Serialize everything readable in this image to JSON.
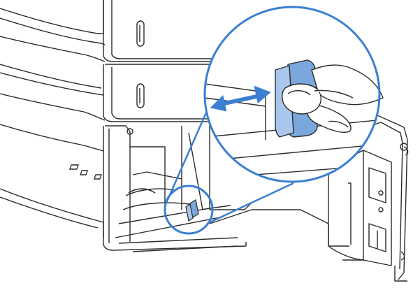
{
  "figure": {
    "subject": "printer-tray-illustration",
    "callout": "magnified-paper-guide-adjustment",
    "gesture": "slide-left-right",
    "colors": {
      "outline": "#2b2b2b",
      "accent": "#3a7fd1",
      "accent_light": "#a9c7ec",
      "paper_guide": "#7aa7dc",
      "background": "#ffffff"
    }
  }
}
